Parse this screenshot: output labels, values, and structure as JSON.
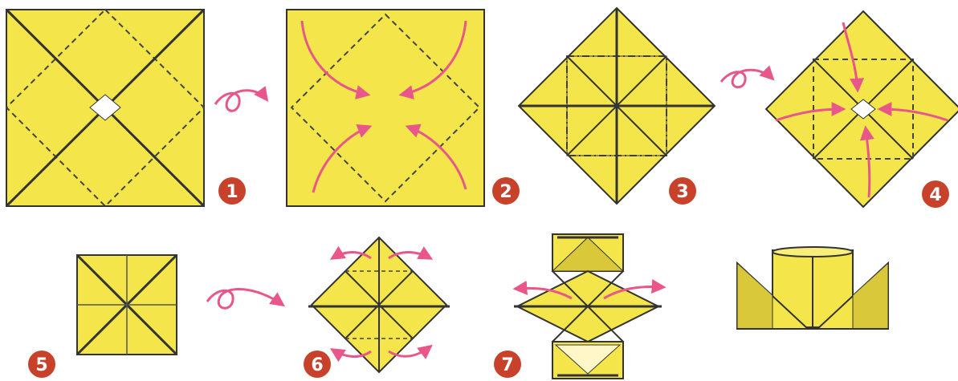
{
  "colors": {
    "paper": "#f4e64a",
    "paper_shade": "#d9c93a",
    "fold_line": "#333333",
    "arrow": "#e8568a",
    "badge": "#c8412b",
    "badge_text": "#ffffff"
  },
  "steps": [
    {
      "number": "1"
    },
    {
      "number": "2"
    },
    {
      "number": "3"
    },
    {
      "number": "4"
    },
    {
      "number": "5"
    },
    {
      "number": "6"
    },
    {
      "number": "7"
    }
  ],
  "icons": {
    "turn_over": "turn-over-loop-arrow",
    "fold_in": "curved-fold-arrow"
  }
}
